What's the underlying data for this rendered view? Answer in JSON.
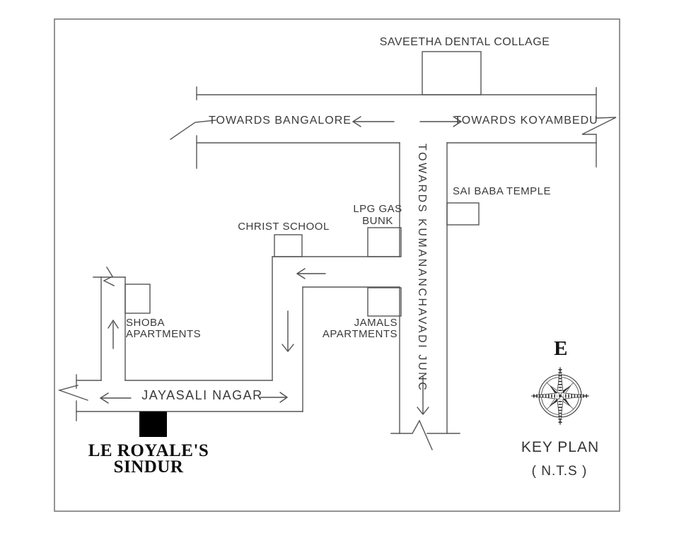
{
  "map": {
    "landmarks": {
      "dental_college": "SAVEETHA DENTAL COLLAGE",
      "sai_baba_temple": "SAI BABA TEMPLE",
      "lpg_gas_bunk_line1": "LPG GAS",
      "lpg_gas_bunk_line2": "BUNK",
      "christ_school": "CHRIST SCHOOL",
      "shoba_apartments_line1": "SHOBA",
      "shoba_apartments_line2": "APARTMENTS",
      "jamals_apartments_line1": "JAMALS",
      "jamals_apartments_line2": "APARTMENTS"
    },
    "roads": {
      "top_left_label": "TOWARDS BANGALORE",
      "top_right_label": "TOWARDS KOYAMBEDU",
      "vertical_label": "TOWARDS KUMANANCHAVADI JUNC",
      "bottom_label": "JAYASALI NAGAR"
    },
    "site": {
      "name_line1": "LE ROYALE'S",
      "name_line2": "SINDUR"
    },
    "title_block": {
      "compass_direction": "E",
      "title": "KEY PLAN",
      "scale_note": "( N.T.S )"
    },
    "colors": {
      "line": "#565656",
      "border": "#7a7a7a",
      "text": "#3a3a3a",
      "site_marker": "#000000"
    }
  }
}
